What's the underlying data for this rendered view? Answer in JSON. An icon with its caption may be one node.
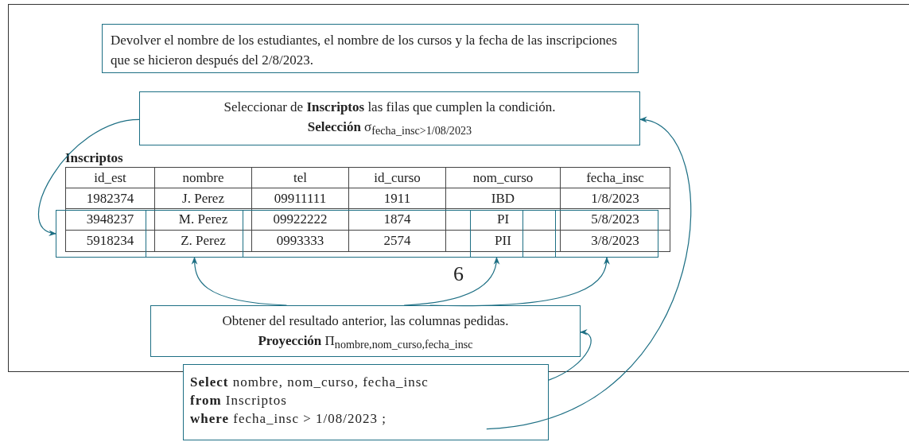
{
  "diagram": {
    "nodes": [
      {
        "text": [
          "Devolver el nombre de los estudiantes, el nombre de los cursos y la fecha de las inscripciones que se hicieron después del 2/8/2023."
        ]
      },
      {
        "text": [
          "Seleccionar de **Inscriptos** las filas que cumplen la condición.",
          "**Selección** σ$_{fecha_insc>1/08/2023}$"
        ]
      },
      {
        "text": [],
        "shape": "box"
      },
      {
        "text": [],
        "shape": "box",
        "in": 2
      },
      {
        "text": [],
        "shape": "box",
        "in": 2
      },
      {
        "text": [],
        "shape": "box",
        "in": 2
      },
      {
        "text": [
          "Obtener del resultado anterior, las columnas pedidas.",
          "**Proyección** Π$_{nombre,nom_curso,fecha_insc}$"
        ]
      },
      {
        "text": [
          "**Select** nombre, nom_curso, fecha_insc",
          "**from** Inscriptos",
          "**where** fecha_insc > 1/08/2023 ;"
        ]
      }
    ],
    "edges": [
      {
        "from": 1,
        "to": 2,
        "arrow": "to"
      },
      {
        "from": 6,
        "to": 3,
        "arrow": "to"
      },
      {
        "from": 6,
        "to": 4,
        "arrow": "to"
      },
      {
        "from": 6,
        "to": 5,
        "arrow": "to"
      },
      {
        "from": 7,
        "to": 6,
        "arrow": "to"
      },
      {
        "from": 7,
        "to": 1,
        "arrow": "to"
      }
    ],
    "labels": [
      "Inscriptos",
      "id_est",
      "nombre",
      "tel",
      "id_curso",
      "nom_curso",
      "fecha_insc",
      "1982374",
      "J. Perez",
      "09911111",
      "1911",
      "IBD",
      "1/8/2023",
      "3948237",
      "M. Perez",
      "09922222",
      "1874",
      "PI",
      "5/8/2023",
      "5918234",
      "Z. Perez",
      "0993333",
      "2574",
      "PII",
      "3/8/2023",
      "6"
    ]
  }
}
